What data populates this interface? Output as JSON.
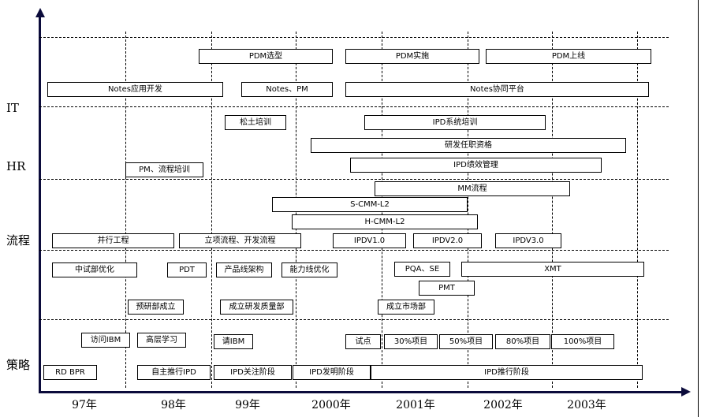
{
  "categories": [
    "IT",
    "HR",
    "流程",
    "策略"
  ],
  "years": [
    "97年",
    "98年",
    "99年",
    "2000年",
    "2001年",
    "2002年",
    "2003年"
  ],
  "boxes": [
    "PDM选型",
    "PDM实施",
    "PDM上线",
    "Notes应用开发",
    "Notes、PM",
    "Notes协同平台",
    "松土培训",
    "IPD系统培训",
    "研发任职资格",
    "PM、流程培训",
    "IPD绩效管理",
    "MM流程",
    "S-CMM-L2",
    "H-CMM-L2",
    "并行工程",
    "立项流程、开发流程",
    "IPDV1.0",
    "IPDV2.0",
    "IPDV3.0",
    "中试部优化",
    "PDT",
    "产品线架构",
    "能力线优化",
    "PQA、SE",
    "XMT",
    "PMT",
    "预研部成立",
    "成立研发质量部",
    "成立市场部",
    "访问IBM",
    "高层学习",
    "请IBM",
    "试点",
    "30%项目",
    "50%项目",
    "80%项目",
    "100%项目",
    "RD BPR",
    "自主推行IPD",
    "IPD关注阶段",
    "IPD发明阶段",
    "IPD推行阶段"
  ]
}
